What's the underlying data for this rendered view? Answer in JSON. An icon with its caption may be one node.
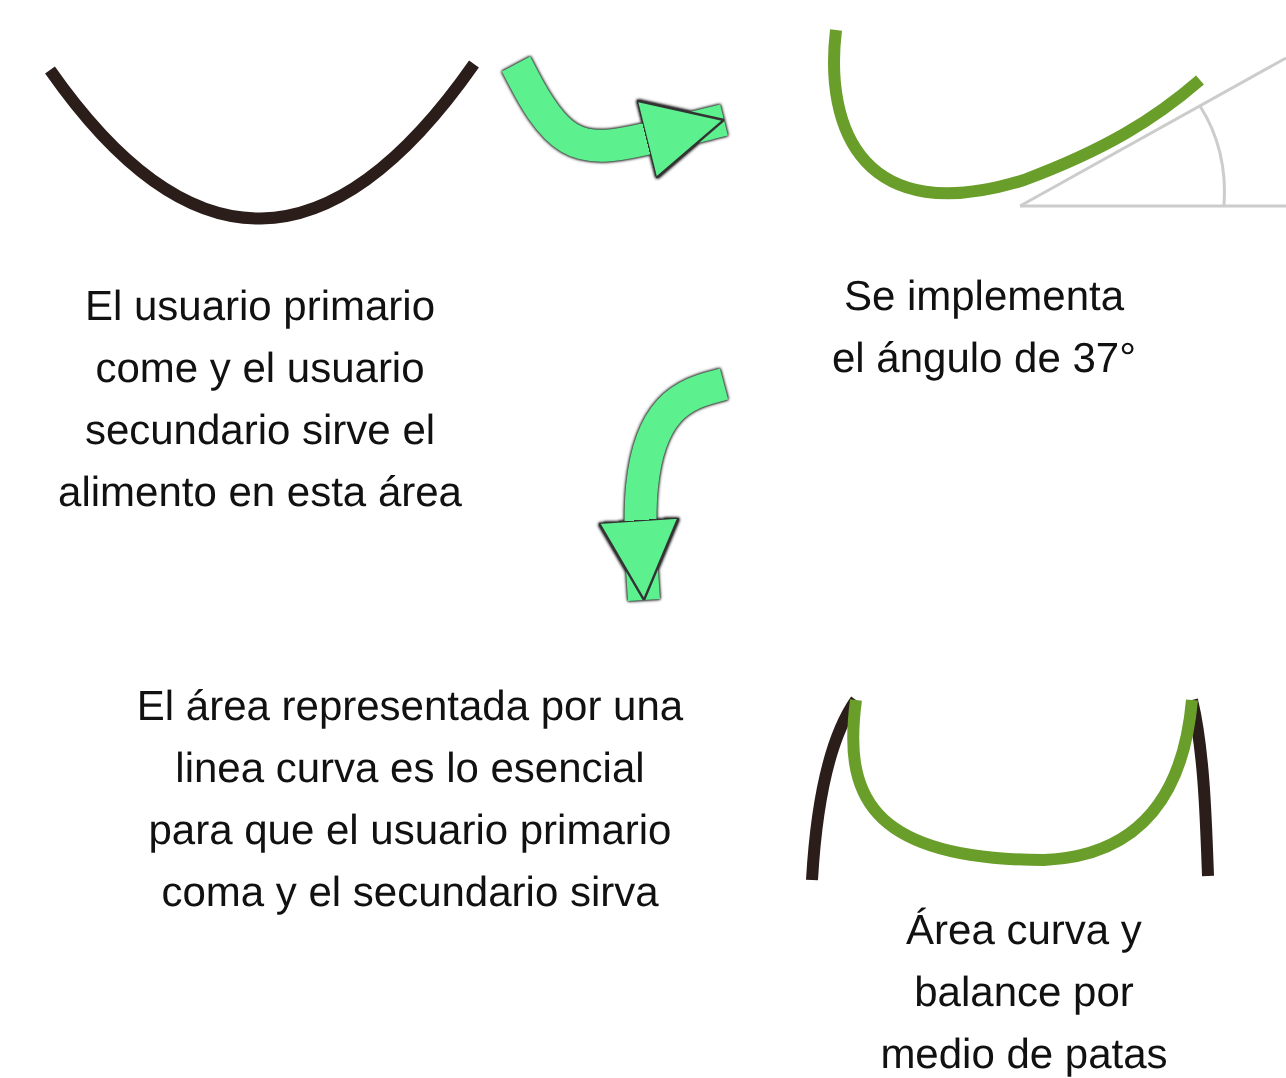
{
  "diagram": {
    "nodes": [
      {
        "text": [
          "El usuario primario come y el usuario secundario sirve el alimento en esta área"
        ]
      },
      {
        "text": [
          "Se implementa el ángulo de 37°"
        ]
      },
      {
        "text": [
          "El área representada por una linea curva es lo esencial para que el usuario primario coma y el secundario sirva"
        ]
      },
      {
        "text": [
          "Área curva y balance por medio de patas"
        ]
      }
    ],
    "edges": [
      {
        "from": 0,
        "to": 1,
        "arrow": "to"
      },
      {
        "from": 1,
        "to": 2,
        "arrow": "to"
      }
    ]
  }
}
